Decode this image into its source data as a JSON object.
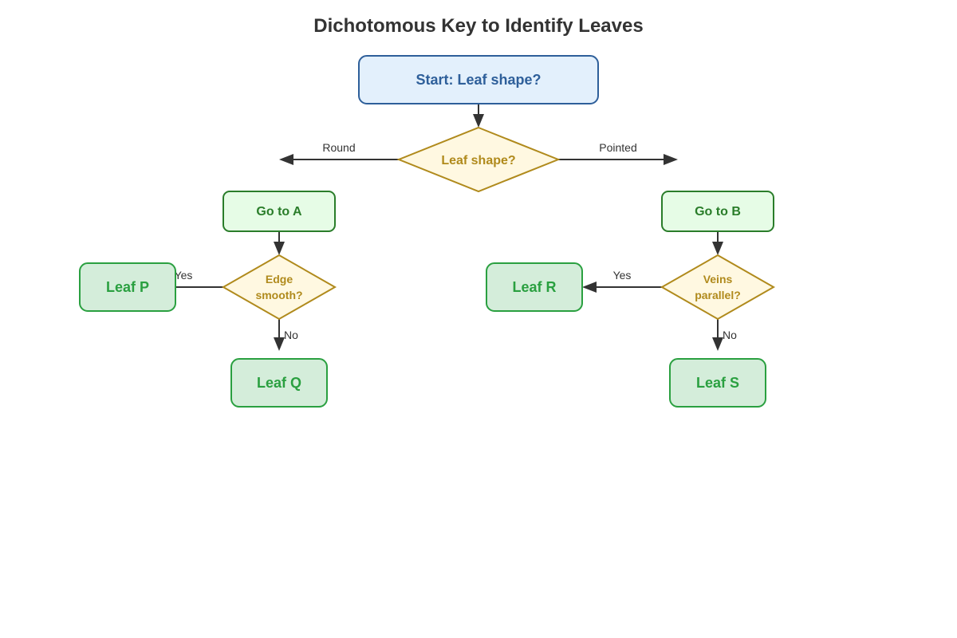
{
  "title": "Dichotomous Key to Identify Leaves",
  "colors": {
    "start_fill": "#e3f0fc",
    "start_stroke": "#2e5f9a",
    "decision_fill": "#fff8e1",
    "decision_stroke": "#b08a1c",
    "goto_fill": "#e6fce6",
    "goto_stroke": "#2a7d2a",
    "leaf_fill": "#d4edda",
    "leaf_stroke": "#2aa040",
    "edge": "#333333"
  },
  "nodes": {
    "start": "Start: Leaf shape?",
    "decision_shape": "Leaf shape?",
    "goto_a": "Go to A",
    "goto_b": "Go to B",
    "decision_edge": {
      "line1": "Edge",
      "line2": "smooth?"
    },
    "decision_veins": {
      "line1": "Veins",
      "line2": "parallel?"
    },
    "leaf_p": "Leaf P",
    "leaf_q": "Leaf Q",
    "leaf_r": "Leaf R",
    "leaf_s": "Leaf S"
  },
  "edge_labels": {
    "round": "Round",
    "pointed": "Pointed",
    "edge_yes": "Yes",
    "edge_no": "No",
    "veins_yes": "Yes",
    "veins_no": "No"
  }
}
